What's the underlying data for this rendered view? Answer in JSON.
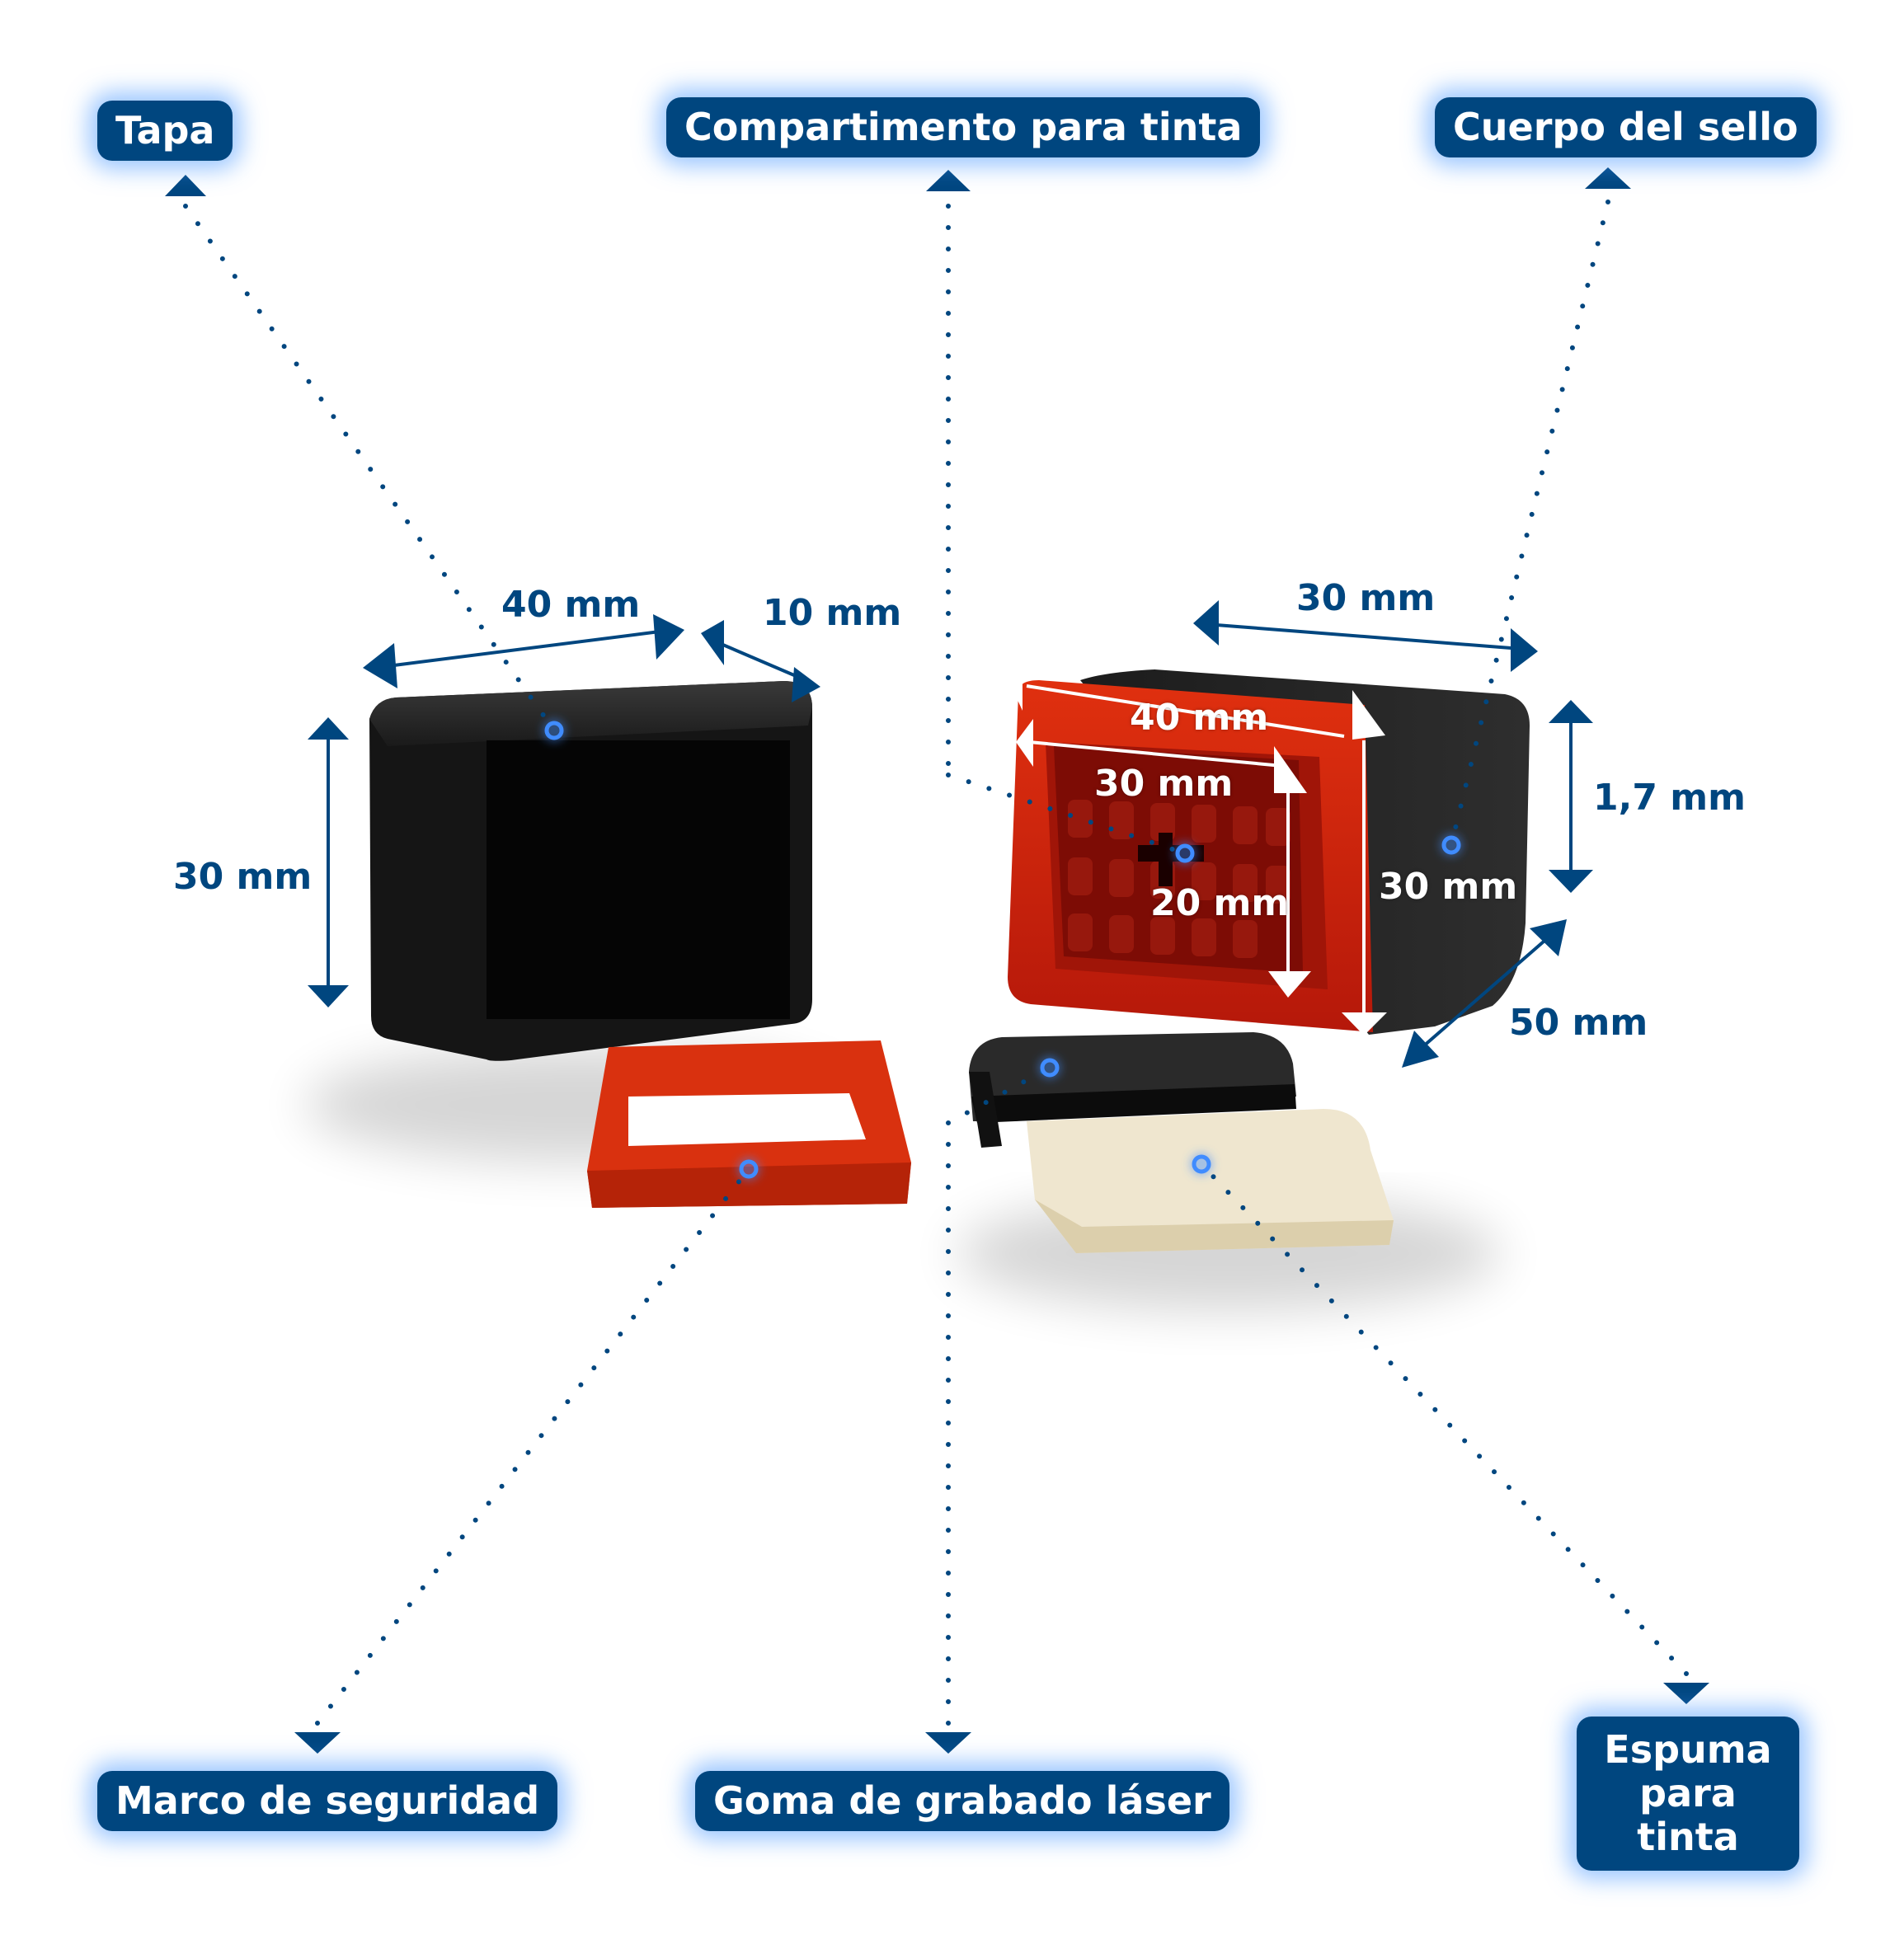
{
  "colors": {
    "label_bg": "#00467f",
    "label_text": "#ffffff",
    "glow": "#4696ff",
    "leader": "#00467f",
    "marker_ring": "#3f8cff",
    "cap_body": "#141414",
    "stamp_red": "#c8200a",
    "foam": "#efe6cf"
  },
  "labels": {
    "cap": "Tapa",
    "ink_compartment": "Compartimento para tinta",
    "stamp_body": "Cuerpo del sello",
    "safety_frame": "Marco de seguridad",
    "laser_rubber": "Goma de grabado láser",
    "ink_foam_line1": "Espuma",
    "ink_foam_line2": "para tinta"
  },
  "dimensions": {
    "cap_width": "40 mm",
    "cap_depth": "10 mm",
    "cap_height": "30 mm",
    "body_depth": "30 mm",
    "body_outer_width": "40 mm",
    "body_inner_width": "30 mm",
    "body_inner_height": "20 mm",
    "body_outer_height": "30 mm",
    "body_side_height": "1,7 mm",
    "body_length": "50 mm"
  }
}
